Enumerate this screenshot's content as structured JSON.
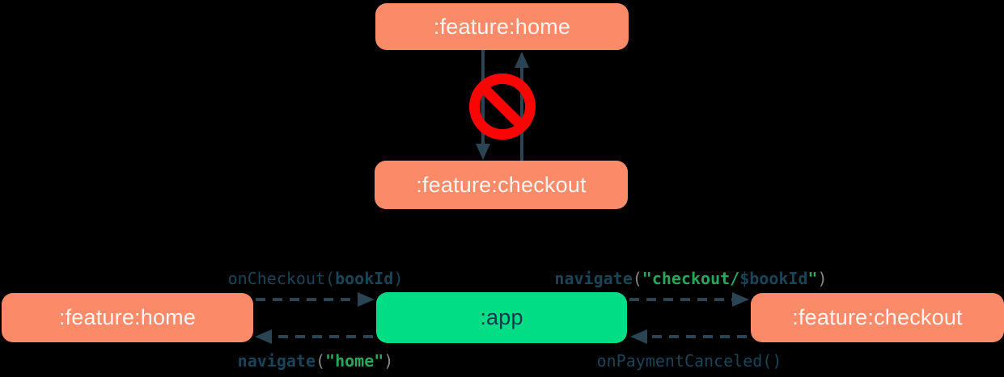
{
  "colors": {
    "background": "#000000",
    "module_box": "#FA8A68",
    "app_box": "#00DE85",
    "module_box_text": "#FDF4F0",
    "app_box_text": "#16364E",
    "arrow": "#2B4453",
    "code_navy": "#1A4458",
    "code_gray": "#8A8A8A",
    "string_green": "#2BA55C",
    "forbidden_red": "#FA0503"
  },
  "top_diagram": {
    "icon": "no-entry-icon",
    "nodes": [
      {
        "label": ":feature:home"
      },
      {
        "label": ":feature:checkout"
      }
    ],
    "edges": [
      {
        "from": ":feature:home",
        "to": ":feature:checkout",
        "style": "solid",
        "forbidden": true
      },
      {
        "from": ":feature:checkout",
        "to": ":feature:home",
        "style": "solid",
        "forbidden": true
      }
    ]
  },
  "bottom_diagram": {
    "nodes": [
      {
        "label": ":feature:home"
      },
      {
        "label": ":app"
      },
      {
        "label": ":feature:checkout"
      }
    ],
    "edges": [
      {
        "from": ":feature:home",
        "to": ":app",
        "style": "dashed",
        "tokens": [
          {
            "text": "onCheckout(",
            "style": "code"
          },
          {
            "text": "bookId",
            "style": "code-bold"
          },
          {
            "text": ")",
            "style": "code"
          }
        ]
      },
      {
        "from": ":app",
        "to": ":feature:home",
        "style": "dashed",
        "tokens": [
          {
            "text": "navigate",
            "style": "code-bold"
          },
          {
            "text": "(",
            "style": "paren"
          },
          {
            "text": "\"home\"",
            "style": "string"
          },
          {
            "text": ")",
            "style": "paren"
          }
        ]
      },
      {
        "from": ":app",
        "to": ":feature:checkout",
        "style": "dashed",
        "tokens": [
          {
            "text": "navigate",
            "style": "code-bold"
          },
          {
            "text": "(",
            "style": "paren"
          },
          {
            "text": "\"checkout/",
            "style": "string"
          },
          {
            "text": "$bookId",
            "style": "code-bold"
          },
          {
            "text": "\"",
            "style": "string"
          },
          {
            "text": ")",
            "style": "paren"
          }
        ]
      },
      {
        "from": ":feature:checkout",
        "to": ":app",
        "style": "dashed",
        "tokens": [
          {
            "text": "onPaymentCanceled()",
            "style": "code"
          }
        ]
      }
    ]
  }
}
